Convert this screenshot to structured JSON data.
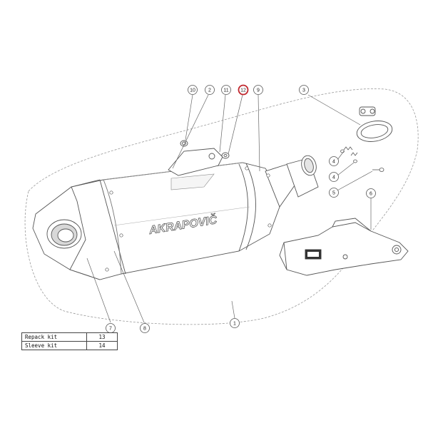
{
  "diagram": {
    "brand_text": "AKRAPOVIČ",
    "callouts": [
      {
        "label": "1",
        "highlighted": false
      },
      {
        "label": "2",
        "highlighted": false
      },
      {
        "label": "3",
        "highlighted": false
      },
      {
        "label": "4",
        "highlighted": false
      },
      {
        "label": "4",
        "highlighted": false
      },
      {
        "label": "5",
        "highlighted": false
      },
      {
        "label": "6",
        "highlighted": false
      },
      {
        "label": "7",
        "highlighted": false
      },
      {
        "label": "8",
        "highlighted": false
      },
      {
        "label": "9",
        "highlighted": false
      },
      {
        "label": "10",
        "highlighted": false
      },
      {
        "label": "11",
        "highlighted": false
      },
      {
        "label": "12",
        "highlighted": true
      }
    ],
    "highlight_color": "#c0262d"
  },
  "kits": [
    {
      "name": "Repack kit",
      "number": "13"
    },
    {
      "name": "Sleeve kit",
      "number": "14"
    }
  ]
}
